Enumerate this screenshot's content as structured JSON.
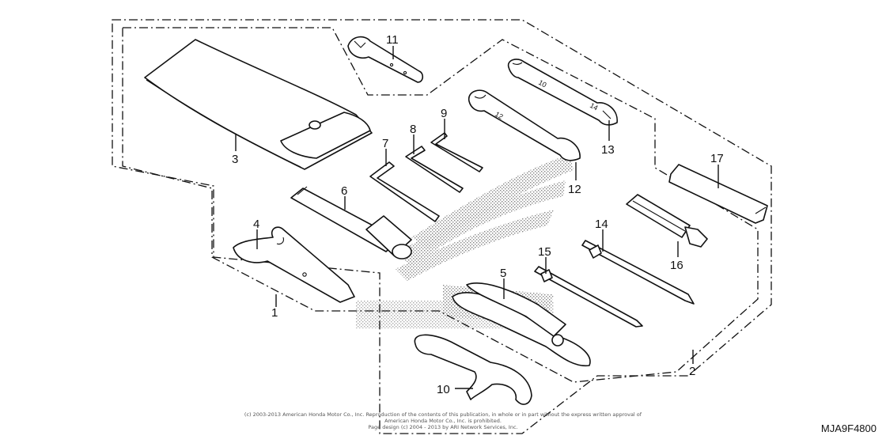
{
  "diagram": {
    "callouts": [
      "1",
      "2",
      "3",
      "4",
      "5",
      "6",
      "7",
      "8",
      "9",
      "10",
      "11",
      "12",
      "13",
      "14",
      "15",
      "16",
      "17"
    ]
  },
  "footer": {
    "copyright_line1": "(c) 2003-2013 American Honda Motor Co., Inc. Reproduction of the contents of this publication, in whole or in part without the express written approval of American Honda Motor Co., Inc. is prohibited.",
    "copyright_line2": "Page design (c) 2004 - 2013 by ARI Network Services, Inc.",
    "diagram_code": "MJA9F4800"
  },
  "colors": {
    "line": "#111111",
    "screen": "#777777"
  }
}
